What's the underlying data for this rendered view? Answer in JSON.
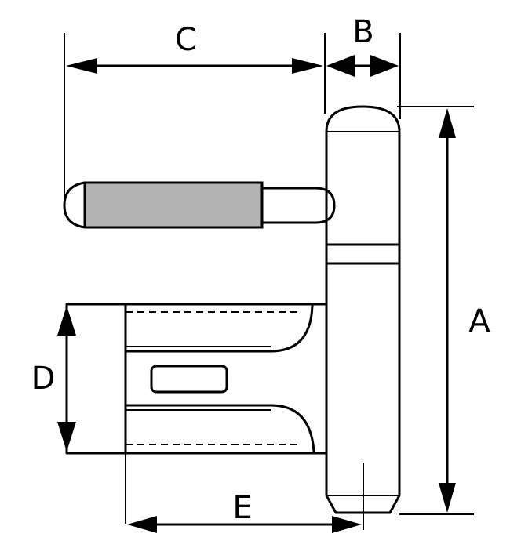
{
  "labels": {
    "a": "A",
    "b": "B",
    "c": "C",
    "d": "D",
    "e": "E"
  },
  "colors": {
    "line": "#000000",
    "pin_fill": "#b3b3b3",
    "background": "#ffffff"
  }
}
